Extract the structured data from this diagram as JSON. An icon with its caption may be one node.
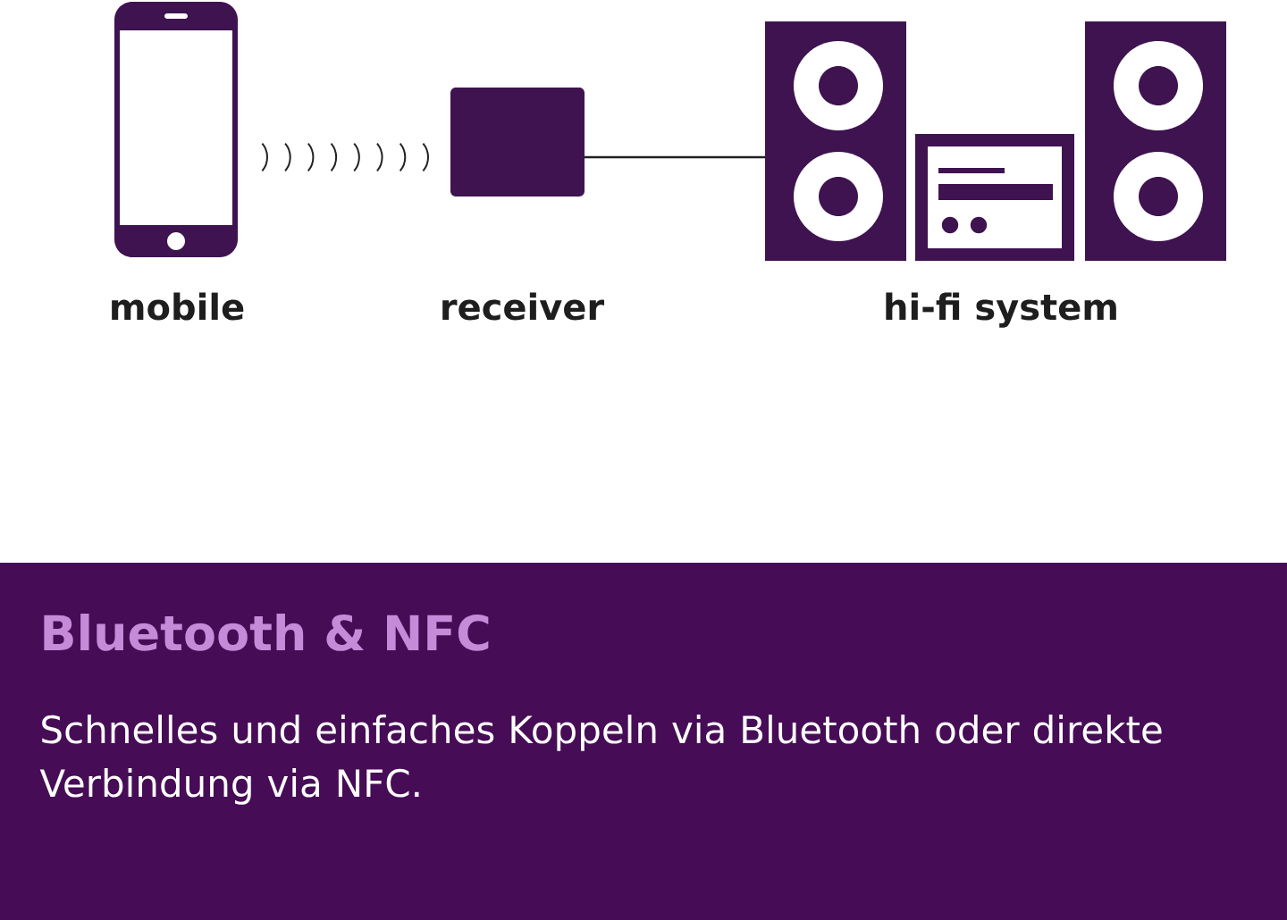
{
  "diagram": {
    "nodes": [
      {
        "text": [
          "mobile"
        ]
      },
      {
        "text": [
          "receiver"
        ]
      },
      {
        "text": [
          "hi-fi system"
        ]
      },
      {
        "text": [
          "Bluetooth & NFC",
          "Schnelles und einfaches Koppeln via Bluetooth oder direkte Verbindung via NFC."
        ]
      }
    ],
    "edges": [
      {
        "from": 1,
        "to": 2,
        "arrow": "none"
      }
    ]
  }
}
